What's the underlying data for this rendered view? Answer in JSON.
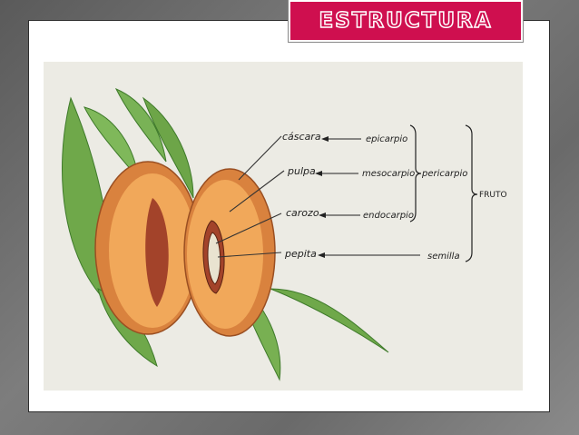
{
  "title": "ESTRUCTURA",
  "diagram": {
    "labels_left": [
      "cáscara",
      "pulpa",
      "carozo",
      "pepita"
    ],
    "labels_right": [
      "epicarpio",
      "mesocarpio",
      "endocarpio",
      "semilla"
    ],
    "group_label": "pericarpio",
    "fruit_label": "FRUTO"
  },
  "colors": {
    "title_bg": "#cf0f4f",
    "figure_bg": "#ecebe4",
    "leaf": "#6fa84a",
    "peach_skin": "#d9823e",
    "peach_flesh": "#f1a85a",
    "pit": "#a3432a"
  }
}
